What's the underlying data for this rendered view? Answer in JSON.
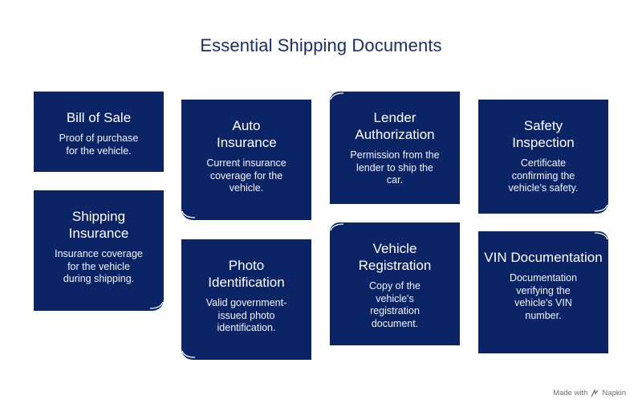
{
  "title": "Essential Shipping Documents",
  "cards": [
    {
      "heading": "Bill of Sale",
      "desc": "Proof of purchase for the vehicle."
    },
    {
      "heading": "Auto Insurance",
      "desc": "Current insurance coverage for the vehicle."
    },
    {
      "heading": "Lender Authorization",
      "desc": "Permission from the lender to ship the car."
    },
    {
      "heading": "Safety Inspection",
      "desc": "Certificate confirming the vehicle's safety."
    },
    {
      "heading": "Shipping Insurance",
      "desc": "Insurance coverage for the vehicle during shipping."
    },
    {
      "heading": "Photo Identification",
      "desc": "Valid government-issued photo identification."
    },
    {
      "heading": "Vehicle Registration",
      "desc": "Copy of the vehicle's registration document."
    },
    {
      "heading": "VIN Documentation",
      "desc": "Documentation verifying the vehicle's VIN number."
    }
  ],
  "watermark": {
    "prefix": "Made with",
    "brand": "Napkin"
  },
  "colors": {
    "card": "#0b2466",
    "title": "#1a2e6e"
  }
}
